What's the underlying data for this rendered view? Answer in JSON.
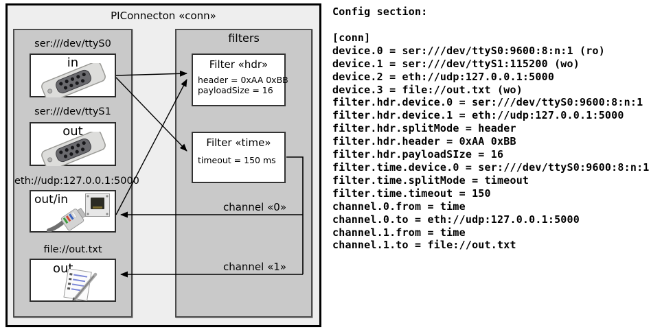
{
  "diagram": {
    "title": "PIConnecton «conn»",
    "devices": [
      {
        "address": "ser:///dev/ttyS0",
        "port": "in",
        "icon": "db9-serial-connector"
      },
      {
        "address": "ser:///dev/ttyS1",
        "port": "out",
        "icon": "db9-serial-connector"
      },
      {
        "address": "eth://udp:127.0.0.1:5000",
        "port": "out/in",
        "icon": "rj45-port-and-cable"
      },
      {
        "address": "file://out.txt",
        "port": "out",
        "icon": "notepad-pen"
      }
    ],
    "filters_group": {
      "label": "filters"
    },
    "filters": [
      {
        "title": "Filter «hdr»",
        "attributes": [
          "header = 0xAA 0xBB",
          "payloadSize = 16"
        ]
      },
      {
        "title": "Filter «time»",
        "attributes": [
          "timeout = 150 ms"
        ]
      }
    ],
    "channels": [
      {
        "label": "channel «0»"
      },
      {
        "label": "channel «1»"
      }
    ]
  },
  "config": {
    "heading": "Config section:",
    "lines": [
      "[conn]",
      "device.0 = ser:///dev/ttyS0:9600:8:n:1 (ro)",
      "device.1 = ser:///dev/ttyS1:115200 (wo)",
      "device.2 = eth://udp:127.0.0.1:5000",
      "device.3 = file://out.txt (wo)",
      "filter.hdr.device.0 = ser:///dev/ttyS0:9600:8:n:1",
      "filter.hdr.device.1 = eth://udp:127.0.0.1:5000",
      "filter.hdr.splitMode = header",
      "filter.hdr.header = 0xAA 0xBB",
      "filter.hdr.payloadSIze = 16",
      "filter.time.device.0 = ser:///dev/ttyS0:9600:8:n:1",
      "filter.time.splitMode = timeout",
      "filter.time.timeout = 150",
      "channel.0.from = time",
      "channel.0.to = eth://udp:127.0.0.1:5000",
      "channel.1.from = time",
      "channel.1.to = file://out.txt"
    ]
  },
  "colors": {
    "outer_fill": "#eeeeee",
    "container_fill": "#c9c9c9",
    "box_fill": "#ffffff",
    "outer_border": "#000000",
    "container_border": "#4d4d4d",
    "line_color": "#000000",
    "text_color": "#000000"
  }
}
